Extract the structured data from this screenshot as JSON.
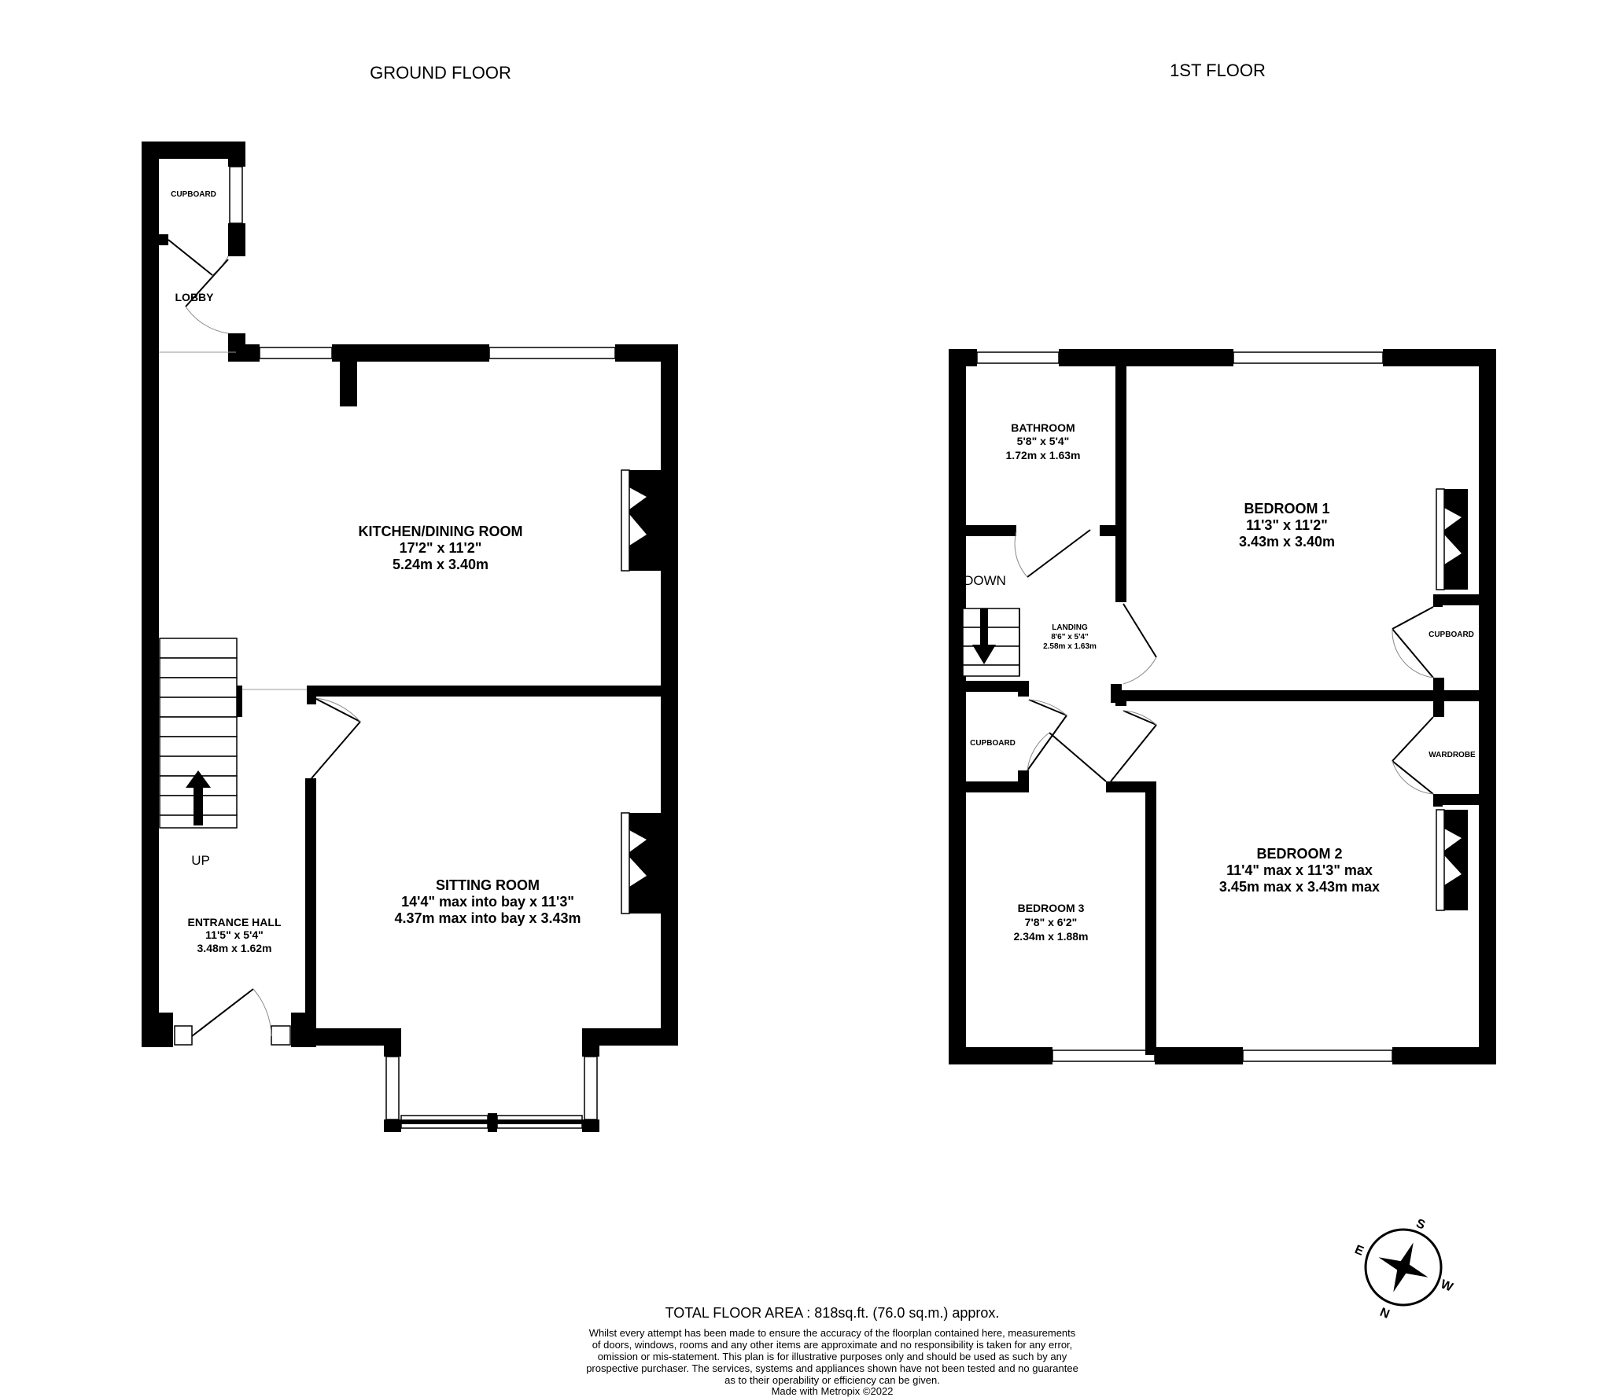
{
  "floors": {
    "ground": {
      "title": "GROUND FLOOR"
    },
    "first": {
      "title": "1ST FLOOR"
    }
  },
  "rooms": {
    "cupboard_gf": {
      "name": "CUPBOARD"
    },
    "lobby": {
      "name": "LOBBY"
    },
    "kitchen": {
      "name": "KITCHEN/DINING ROOM",
      "dim_imperial": "17'2\"  x 11'2\"",
      "dim_metric": "5.24m  x 3.40m"
    },
    "sitting": {
      "name": "SITTING ROOM",
      "dim_imperial": "14'4\" max into bay x 11'3\"",
      "dim_metric": "4.37m max into bay x 3.43m"
    },
    "hall": {
      "name": "ENTRANCE HALL",
      "dim_imperial": "11'5\"  x 5'4\"",
      "dim_metric": "3.48m  x 1.62m"
    },
    "bathroom": {
      "name": "BATHROOM",
      "dim_imperial": "5'8\"  x 5'4\"",
      "dim_metric": "1.72m  x 1.63m"
    },
    "bedroom1": {
      "name": "BEDROOM 1",
      "dim_imperial": "11'3\"  x 11'2\"",
      "dim_metric": "3.43m  x 3.40m"
    },
    "landing": {
      "name": "LANDING",
      "dim_imperial": "8'6\"  x 5'4\"",
      "dim_metric": "2.58m  x 1.63m"
    },
    "cupboard_b1": {
      "name": "CUPBOARD"
    },
    "cupboard_ff": {
      "name": "CUPBOARD"
    },
    "wardrobe": {
      "name": "WARDROBE"
    },
    "bedroom2": {
      "name": "BEDROOM 2",
      "dim_imperial": "11'4\" max x 11'3\" max",
      "dim_metric": "3.45m max x 3.43m max"
    },
    "bedroom3": {
      "name": "BEDROOM 3",
      "dim_imperial": "7'8\"  x 6'2\"",
      "dim_metric": "2.34m  x 1.88m"
    }
  },
  "stairs": {
    "up_label": "UP",
    "down_label": "DOWN"
  },
  "compass": {
    "s": "S",
    "w": "W",
    "n": "N",
    "e": "E"
  },
  "footer": {
    "total_area": "TOTAL FLOOR AREA : 818sq.ft. (76.0 sq.m.) approx.",
    "disclaimer_lines": [
      "Whilst every attempt has been made to ensure the accuracy of the floorplan contained here, measurements",
      "of doors, windows, rooms and any other items are approximate and no responsibility is taken for any error,",
      "omission or mis-statement. This plan is for illustrative purposes only and should be used as such by any",
      "prospective purchaser. The services, systems and appliances shown have not been tested and no guarantee",
      "as to their operability or efficiency can be given."
    ],
    "credit": "Made with Metropix ©2022"
  }
}
